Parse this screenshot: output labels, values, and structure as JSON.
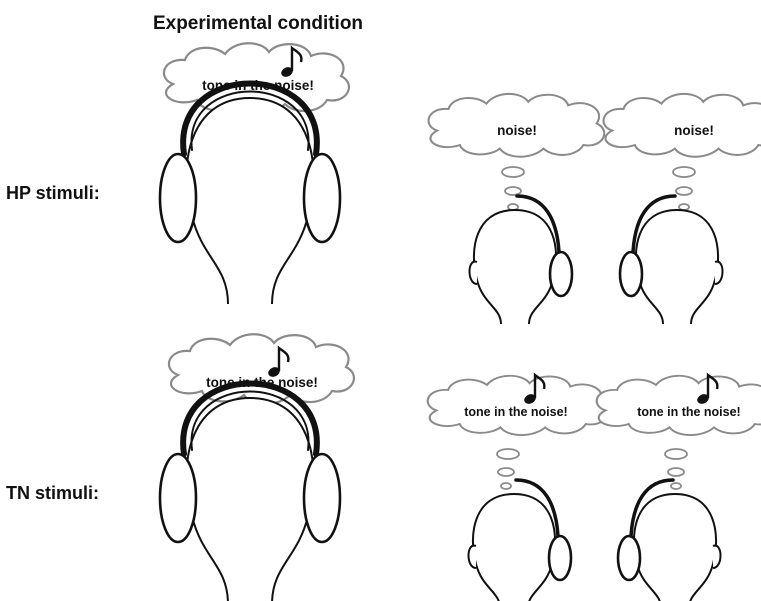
{
  "header": {
    "title": "Experimental condition"
  },
  "rows": [
    {
      "label": "HP stimuli:",
      "main_thought": "tone in the noise!",
      "side_thoughts": [
        "noise!",
        "noise!"
      ]
    },
    {
      "label": "TN stimuli:",
      "main_thought": "tone in the noise!",
      "side_thoughts": [
        "tone in the noise!",
        "tone in the noise!"
      ]
    }
  ],
  "colors": {
    "ink": "#111111",
    "cloud_outline": "#8a8a8a",
    "background": "#ffffff"
  }
}
